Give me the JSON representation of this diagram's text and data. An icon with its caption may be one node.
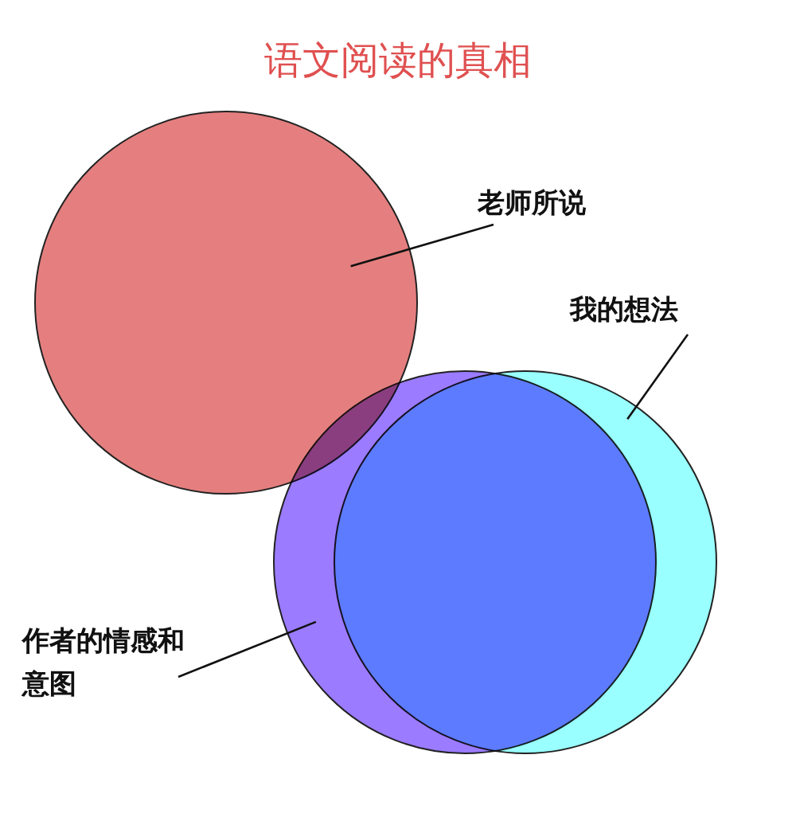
{
  "diagram": {
    "title": "语文阅读的真相",
    "nodes": [
      {
        "text": [],
        "shape": "circle"
      },
      {
        "text": [],
        "shape": "circle"
      },
      {
        "text": [],
        "shape": "circle"
      },
      {
        "text": [
          "老师所说"
        ]
      },
      {
        "text": [
          "我的想法"
        ]
      },
      {
        "text": [
          "作者的情感和意图"
        ]
      }
    ],
    "edges": [
      {
        "from": 3,
        "to": 0,
        "arrow": "none"
      },
      {
        "from": 4,
        "to": 2,
        "arrow": "none"
      },
      {
        "from": 5,
        "to": 1,
        "arrow": "none"
      }
    ]
  }
}
